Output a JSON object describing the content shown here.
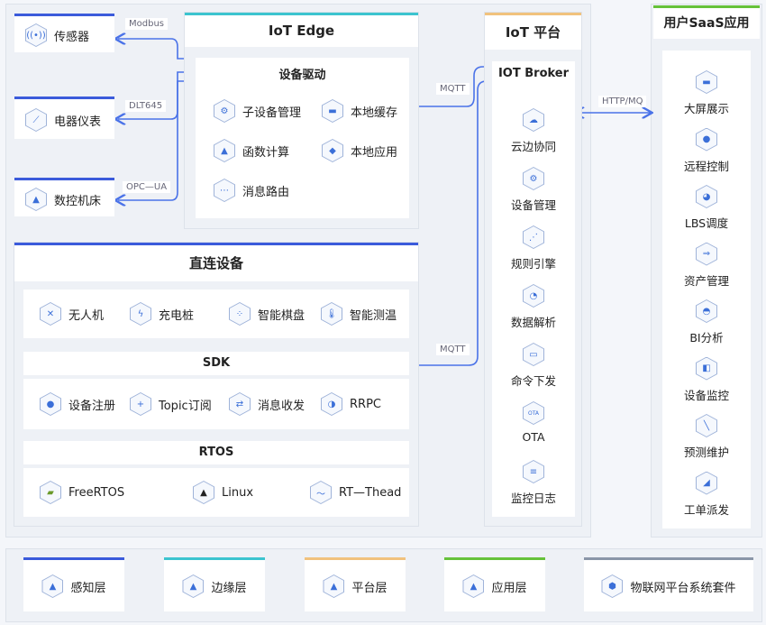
{
  "devices": [
    {
      "label": "传感器",
      "protocol": "Modbus",
      "icon": "radio-icon"
    },
    {
      "label": "电器仪表",
      "protocol": "DLT645",
      "icon": "gauge-icon"
    },
    {
      "label": "数控机床",
      "protocol": "OPC—UA",
      "icon": "machine-icon"
    }
  ],
  "edge": {
    "title": "IoT Edge",
    "driver_title": "设备驱动",
    "items": [
      {
        "label": "子设备管理",
        "icon": "gear-icon"
      },
      {
        "label": "本地缓存",
        "icon": "storage-icon"
      },
      {
        "label": "函数计算",
        "icon": "function-icon"
      },
      {
        "label": "本地应用",
        "icon": "app-icon"
      },
      {
        "label": "消息路由",
        "icon": "route-icon"
      }
    ]
  },
  "direct": {
    "title": "直连设备",
    "devices": [
      {
        "label": "无人机",
        "icon": "drone-icon"
      },
      {
        "label": "充电桩",
        "icon": "charger-icon"
      },
      {
        "label": "智能棋盘",
        "icon": "board-icon"
      },
      {
        "label": "智能测温",
        "icon": "thermometer-icon"
      }
    ],
    "sdk_title": "SDK",
    "sdk": [
      {
        "label": "设备注册",
        "icon": "user-icon"
      },
      {
        "label": "Topic订阅",
        "icon": "plus-icon"
      },
      {
        "label": "消息收发",
        "icon": "message-icon"
      },
      {
        "label": "RRPC",
        "icon": "pie-icon"
      }
    ],
    "rtos_title": "RTOS",
    "rtos": [
      {
        "label": "FreeRTOS",
        "icon": "freertos-icon"
      },
      {
        "label": "Linux",
        "icon": "linux-icon"
      },
      {
        "label": "RT—Thead",
        "icon": "rtthread-icon"
      }
    ]
  },
  "platform": {
    "title": "IoT 平台",
    "broker": "IOT Broker",
    "items": [
      {
        "label": "云边协同",
        "icon": "cloud-icon"
      },
      {
        "label": "设备管理",
        "icon": "gear-icon"
      },
      {
        "label": "规则引擎",
        "icon": "rule-icon"
      },
      {
        "label": "数据解析",
        "icon": "chart-icon"
      },
      {
        "label": "命令下发",
        "icon": "command-icon"
      },
      {
        "label": "OTA",
        "icon": "ota-icon"
      },
      {
        "label": "监控日志",
        "icon": "log-icon"
      }
    ]
  },
  "saas": {
    "title": "用户SaaS应用",
    "items": [
      {
        "label": "大屏展示",
        "icon": "screen-icon"
      },
      {
        "label": "远程控制",
        "icon": "remote-icon"
      },
      {
        "label": "LBS调度",
        "icon": "location-icon"
      },
      {
        "label": "资产管理",
        "icon": "asset-icon"
      },
      {
        "label": "BI分析",
        "icon": "bi-icon"
      },
      {
        "label": "设备监控",
        "icon": "camera-icon"
      },
      {
        "label": "预测维护",
        "icon": "wrench-icon"
      },
      {
        "label": "工单派发",
        "icon": "ticket-icon"
      }
    ]
  },
  "connections": {
    "mqtt_top": "MQTT",
    "mqtt_bottom": "MQTT",
    "http": "HTTP/MQ"
  },
  "legend": [
    {
      "label": "感知层",
      "color": "#3b5bdb"
    },
    {
      "label": "边缘层",
      "color": "#3cc4cf"
    },
    {
      "label": "平台层",
      "color": "#f1c27d"
    },
    {
      "label": "应用层",
      "color": "#66c23a"
    },
    {
      "label": "物联网平台系统套件",
      "color": "#8a96a8"
    }
  ]
}
